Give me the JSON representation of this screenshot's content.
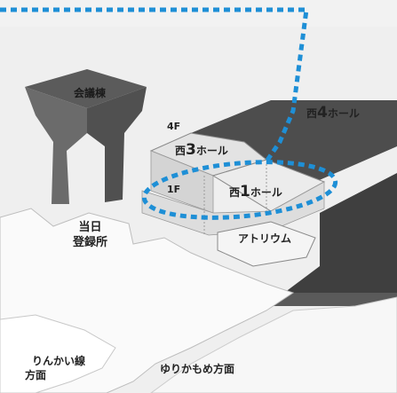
{
  "map": {
    "colors": {
      "background": "#f2f2f2",
      "building_light": "#e9e9e9",
      "building_dark": "#4a4a4a",
      "route_dashed": "#1e8fd6",
      "paths": "#ffffff"
    },
    "labels": {
      "kaigitou": "会議棟",
      "floor_4f": "4F",
      "west4_prefix": "西",
      "west4_num": "4",
      "west4_suffix": "ホール",
      "west3_prefix": "西",
      "west3_num": "3",
      "west3_suffix": "ホール",
      "floor_1f": "1F",
      "west1_prefix": "西",
      "west1_num": "1",
      "west1_suffix": "ホール",
      "atrium": "アトリウム",
      "touroku_line1": "当日",
      "touroku_line2": "登録所",
      "rinkai_line1": "りんかい線",
      "rinkai_line2": "方面",
      "yurikamome": "ゆりかもめ方面"
    }
  }
}
